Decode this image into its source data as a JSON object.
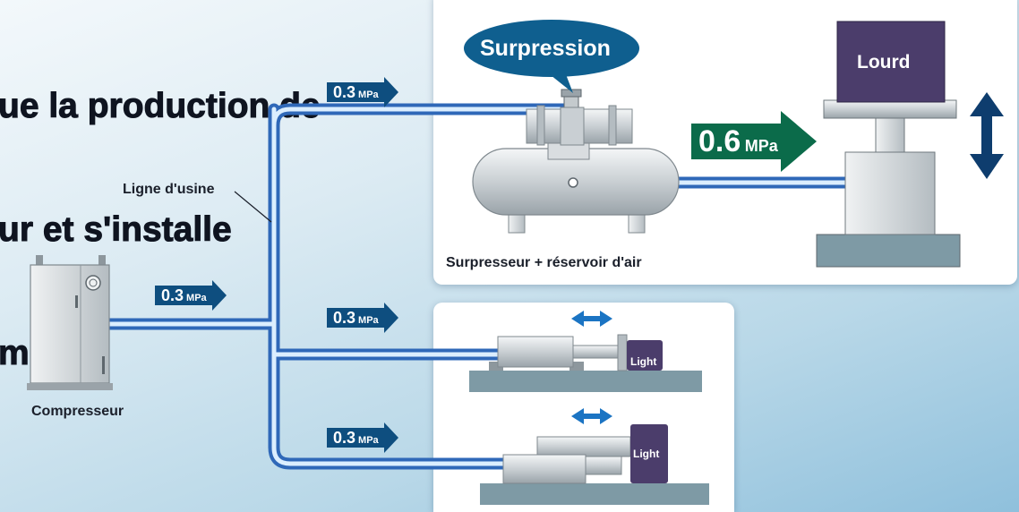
{
  "headline": {
    "line1": "ue la production de",
    "line2": "ur et s'installe",
    "line3": "ment."
  },
  "labels": {
    "factory_line": "Ligne d'usine",
    "compressor": "Compresseur",
    "booster_tank": "Surpresseur + réservoir d'air",
    "bubble": "Surpression",
    "heavy": "Lourd",
    "light_1": "Light",
    "light_2": "Light"
  },
  "pressures": {
    "top": {
      "value": "0.3",
      "unit": "MPa"
    },
    "compressor": {
      "value": "0.3",
      "unit": "MPa"
    },
    "middle": {
      "value": "0.3",
      "unit": "MPa"
    },
    "bottom": {
      "value": "0.3",
      "unit": "MPa"
    },
    "boosted": {
      "value": "0.6",
      "unit": "MPa"
    }
  },
  "colors": {
    "pipe": "#4f8fd6",
    "pressure_arrow": "#0e4e7f",
    "boost_arrow": "#0b6b4a",
    "bubble": "#0f5f8f",
    "weight_block": "#4b3d6b"
  }
}
